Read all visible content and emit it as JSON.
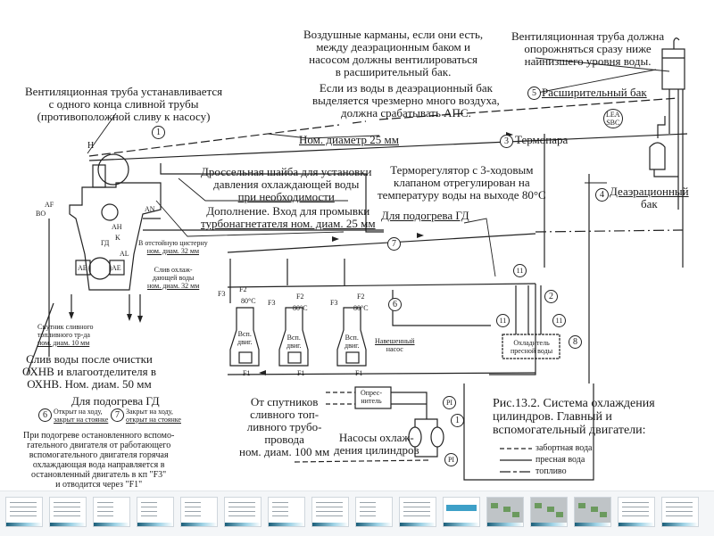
{
  "figure": {
    "caption": [
      "Рис.13.2. Система охлаждения",
      "цилиндров. Главный и",
      "вспомогательный двигатели:"
    ],
    "legend": [
      {
        "style": "dash-dot",
        "label": "забортная вода"
      },
      {
        "style": "solid",
        "label": "пресная вода"
      },
      {
        "style": "long-dash",
        "label": "топливо"
      }
    ]
  },
  "notes": {
    "air_pockets": [
      "Воздушные карманы, если они есть,",
      "между деаэрационным баком и",
      "насосом должны вентилироваться",
      "в расширительный бак."
    ],
    "aps": [
      "Если из воды в деаэрационный бак",
      "выделяется чрезмерно много воздуха,",
      "должна срабатывать АПС."
    ],
    "vent_pipe_tank": [
      "Вентиляционная труба должна",
      "опорожняться сразу ниже",
      "наинизшего уровня воды."
    ],
    "vent_pipe_drain": [
      "Вентиляционная труба устанавливается",
      "с одного конца сливной трубы",
      "(противоположной сливу к насосу)"
    ],
    "nominal_diameter": "Ном. диаметр 25 мм",
    "throttle": [
      "Дроссельная шайба для установки",
      "давления охлаждающей воды",
      "при необходимости"
    ],
    "supplement": [
      "Дополнение. Вход для промывки",
      "турбонагнетателя ном. диам. 25 мм"
    ],
    "thermoregulator": [
      "Терморегулятор с 3-ходовым",
      "клапаном отрегулирован на",
      "температуру воды на выходе 80°С"
    ],
    "for_heating_1": "Для подогрева ГД",
    "settling_tank": [
      "В отстойную цистерну",
      "ном. диам. 32 мм"
    ],
    "coolant_drain": [
      "Слив охлаж-",
      "дающей воды",
      "ном. диам. 32 мм"
    ],
    "fuel_satellite": [
      "Спутник сливного",
      "топливного тр-да",
      "ном. диам. 10 мм"
    ],
    "water_drain": [
      "Слив воды после очистки",
      "ОХНВ и влагоотделителя в",
      "ОХНВ. Ном. диам. 50 мм"
    ],
    "for_heating_2": "Для подогрева ГД",
    "valve_6_state": [
      "Открыт на ходу,",
      "закрыт на стоянке"
    ],
    "valve_7_state": [
      "Закрыт на ходу,",
      "открыт на стоянке"
    ],
    "heating_note": [
      "При подогреве остановленного вспомо-",
      "гательного двигателя от работающего",
      "вспомогательного двигателя горячая",
      "охлаждающая вода направляется в",
      "остановленный двигатель в кп \"F3\"",
      "и отводится через \"F1\""
    ],
    "fuel_pipe_satellites": [
      "От спутников",
      "сливного топ-",
      "ливного трубо-",
      "провода",
      "ном. диам. 100 мм"
    ],
    "cooling_pumps": [
      "Насосы охлаж-",
      "дения цилиндров"
    ],
    "attached_pump": [
      "Навешенный",
      "насос"
    ]
  },
  "components": {
    "expansion_tank": {
      "num": "5",
      "label": "Расширительный бак"
    },
    "thermocouple": {
      "num": "3",
      "label": "Термопара"
    },
    "deaeration_tank": {
      "num": "4",
      "label": [
        "Деаэрационный",
        "бак"
      ]
    },
    "fresh_water_cooler": {
      "num": "8",
      "label": [
        "Охладитель",
        "пресной воды"
      ]
    },
    "desalinator": {
      "label": [
        "Опрес-",
        "нитель"
      ]
    },
    "lea_sensor": [
      "LEA",
      "SBC"
    ],
    "main_engine": "ГД",
    "aux_engine": [
      "Всп.",
      "двиг."
    ],
    "pressure_gauge": "PI",
    "numbers": {
      "n1": "1",
      "n2": "2",
      "n6": "6",
      "n7": "7",
      "n11": "11"
    }
  },
  "ports": {
    "H": "H",
    "BO": "BO",
    "AF": "AF",
    "AN": "AN",
    "AH": "AH",
    "K": "K",
    "AL": "AL",
    "AE": "AE",
    "F1": "F1",
    "F2": "F2",
    "F3": "F3",
    "temp": "80°C"
  },
  "slides": [
    {
      "id": 1,
      "style": "title"
    },
    {
      "id": 2,
      "style": "text"
    },
    {
      "id": 3,
      "style": "diagram"
    },
    {
      "id": 4,
      "style": "diagram"
    },
    {
      "id": 5,
      "style": "diagram"
    },
    {
      "id": 6,
      "style": "text"
    },
    {
      "id": 7,
      "style": "diagram"
    },
    {
      "id": 8,
      "style": "text"
    },
    {
      "id": 9,
      "style": "diagram"
    },
    {
      "id": 10,
      "style": "text"
    },
    {
      "id": 11,
      "style": "table"
    },
    {
      "id": 12,
      "style": "dark"
    },
    {
      "id": 13,
      "style": "dark"
    },
    {
      "id": 14,
      "style": "dark"
    },
    {
      "id": 15,
      "style": "text"
    },
    {
      "id": 16,
      "style": "text"
    }
  ]
}
